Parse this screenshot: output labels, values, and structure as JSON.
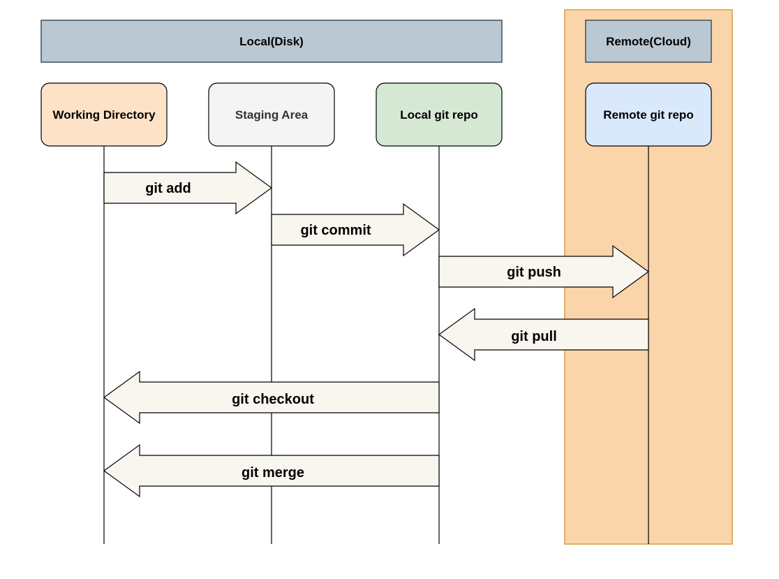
{
  "colors": {
    "remote_band_fill": "#f9d5a9",
    "remote_band_stroke": "#d79b3f",
    "header_fill": "#bac8d3",
    "header_stroke": "#3d4d5a",
    "working_dir_fill": "#fde2c7",
    "staging_fill": "#f4f4f4",
    "local_repo_fill": "#d5e8d4",
    "remote_repo_fill": "#dae8fc",
    "arrow_fill": "#f8f6ef",
    "line": "#000000"
  },
  "headers": {
    "local": "Local(Disk)",
    "remote": "Remote(Cloud)"
  },
  "nodes": {
    "working_directory": "Working Directory",
    "staging_area": "Staging Area",
    "local_repo": "Local git repo",
    "remote_repo": "Remote git repo"
  },
  "arrows": {
    "add": "git add",
    "commit": "git commit",
    "push": "git push",
    "pull": "git pull",
    "checkout": "git checkout",
    "merge": "git merge"
  }
}
